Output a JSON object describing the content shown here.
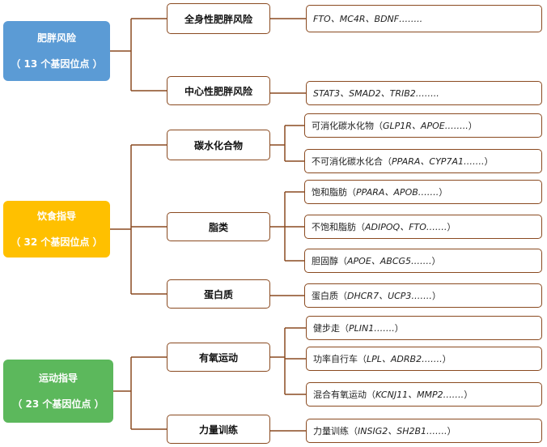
{
  "categories": [
    {
      "title": "肥胖风险",
      "count": "（ 13 个基因位点 ）",
      "color": "#5b9bd5"
    },
    {
      "title": "饮食指导",
      "count": "（ 32 个基因位点 ）",
      "color": "#ffc000"
    },
    {
      "title": "运动指导",
      "count": "（ 23 个基因位点 ）",
      "color": "#5cb85c"
    }
  ],
  "subcategories": [
    {
      "label": "全身性肥胖风险"
    },
    {
      "label": "中心性肥胖风险"
    },
    {
      "label": "碳水化合物"
    },
    {
      "label": "脂类"
    },
    {
      "label": "蛋白质"
    },
    {
      "label": "有氧运动"
    },
    {
      "label": "力量训练"
    }
  ],
  "leaves": [
    {
      "prefix": "",
      "genes": "FTO、MC4R、BDNF……..",
      "suffix": ""
    },
    {
      "prefix": "",
      "genes": "STAT3、SMAD2、TRIB2……..",
      "suffix": ""
    },
    {
      "prefix": "可消化碳水化物（ ",
      "genes": "GLP1R、APOE……..",
      "suffix": " ）"
    },
    {
      "prefix": "不可消化碳水化合（ ",
      "genes": "PPARA、CYP7A1…….",
      "suffix": " ）"
    },
    {
      "prefix": "饱和脂肪（ ",
      "genes": "PPARA、APOB…….",
      "suffix": " ）"
    },
    {
      "prefix": "不饱和脂肪（ ",
      "genes": "ADIPOQ、FTO…….",
      "suffix": " ）"
    },
    {
      "prefix": "胆固醇（ ",
      "genes": "APOE、ABCG5…….",
      "suffix": " ）"
    },
    {
      "prefix": "蛋白质（ ",
      "genes": "DHCR7、UCP3…….",
      "suffix": " ）"
    },
    {
      "prefix": "健步走（ ",
      "genes": "PLIN1…….",
      "suffix": " ）"
    },
    {
      "prefix": "功率自行车（ ",
      "genes": "LPL、ADRB2…….",
      "suffix": " ）"
    },
    {
      "prefix": "混合有氧运动（ ",
      "genes": "KCNJ11、MMP2…….",
      "suffix": " ）"
    },
    {
      "prefix": "力量训练（ ",
      "genes": "INSIG2、SH2B1…….",
      "suffix": " ）"
    }
  ],
  "colors": {
    "connector": "#8a4a20"
  }
}
